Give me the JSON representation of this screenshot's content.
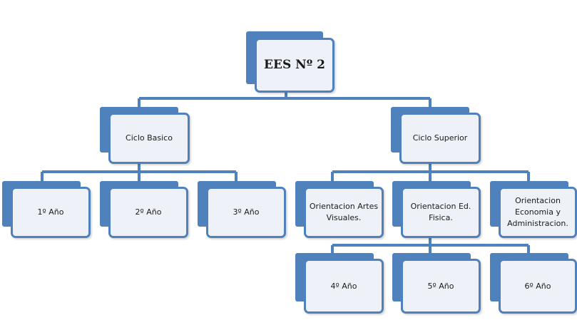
{
  "colors": {
    "accent": "#4f81bd",
    "box_fill": "#eef2f8",
    "text": "#1a1a1a"
  },
  "nodes": {
    "root": "EES Nº 2",
    "ciclo_basico": "Ciclo Basico",
    "ciclo_superior": "Ciclo Superior",
    "anio_1": "1º Año",
    "anio_2": "2º Año",
    "anio_3": "3º Año",
    "orient_artes": "Orientacion Artes Visuales.",
    "orient_edfisica": "Orientacion Ed. Fisica.",
    "orient_economia": "Orientacion Economia y Administracion.",
    "anio_4": "4º Año",
    "anio_5": "5º Año",
    "anio_6": "6º Año"
  }
}
